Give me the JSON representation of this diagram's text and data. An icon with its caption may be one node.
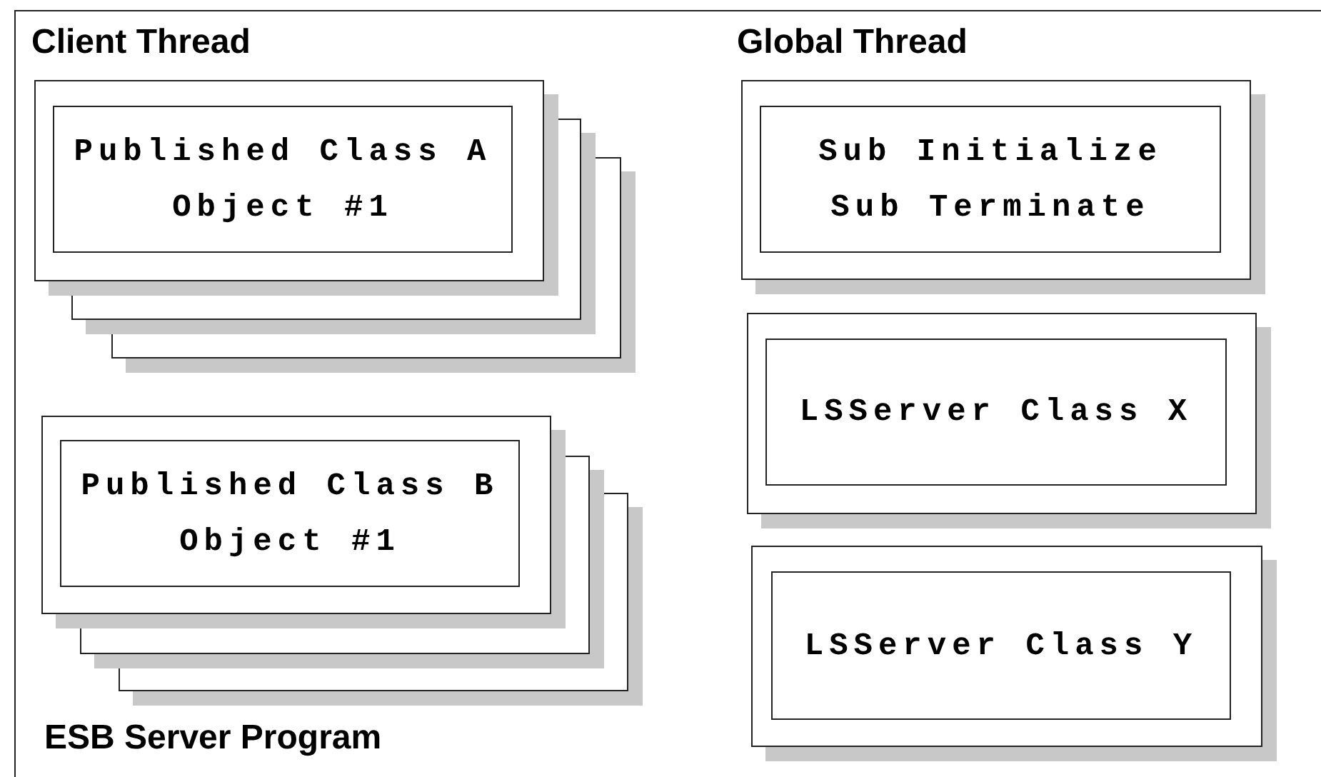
{
  "diagram": {
    "nodes": [
      {
        "text": [
          "ESB Server Program"
        ]
      },
      {
        "text": [],
        "shape": "box",
        "in": 0
      },
      {
        "text": [
          "Published Class A Object #1"
        ],
        "in": 1
      },
      {
        "text": [],
        "shape": "box",
        "in": 0
      },
      {
        "text": [
          "Published Class B Object #1"
        ],
        "in": 3
      },
      {
        "text": [],
        "shape": "box",
        "in": 0
      },
      {
        "text": [
          "Sub Initialize Sub Terminate"
        ],
        "in": 5
      },
      {
        "text": [],
        "shape": "box",
        "in": 0
      },
      {
        "text": [
          "LSServer Class X"
        ],
        "in": 7
      },
      {
        "text": [],
        "shape": "box",
        "in": 0
      },
      {
        "text": [
          "LSServer Class Y"
        ],
        "in": 9
      }
    ],
    "labels": [
      "Client Thread",
      "Global Thread"
    ]
  }
}
